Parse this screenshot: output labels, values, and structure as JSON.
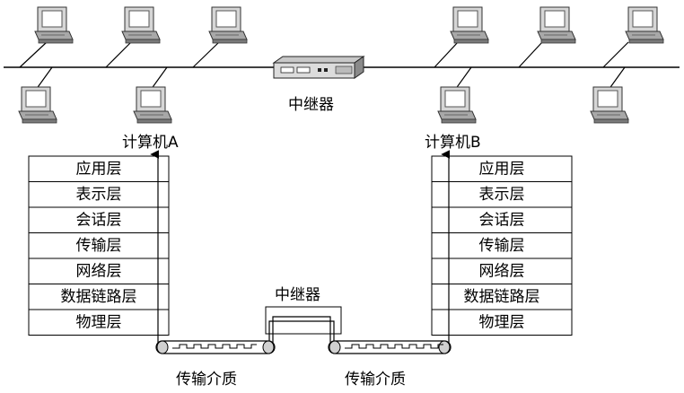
{
  "network": {
    "repeater_label": "中继器"
  },
  "computer_a": {
    "title": "计算机A",
    "layers": [
      "应用层",
      "表示层",
      "会话层",
      "传输层",
      "网络层",
      "数据链路层",
      "物理层"
    ]
  },
  "computer_b": {
    "title": "计算机B",
    "layers": [
      "应用层",
      "表示层",
      "会话层",
      "传输层",
      "网络层",
      "数据链路层",
      "物理层"
    ]
  },
  "repeater_box": {
    "label": "中继器"
  },
  "media": {
    "left_label": "传输介质",
    "right_label": "传输介质"
  },
  "icons": {
    "pc": "desktop-computer-icon",
    "repeater": "repeater-device-icon"
  }
}
